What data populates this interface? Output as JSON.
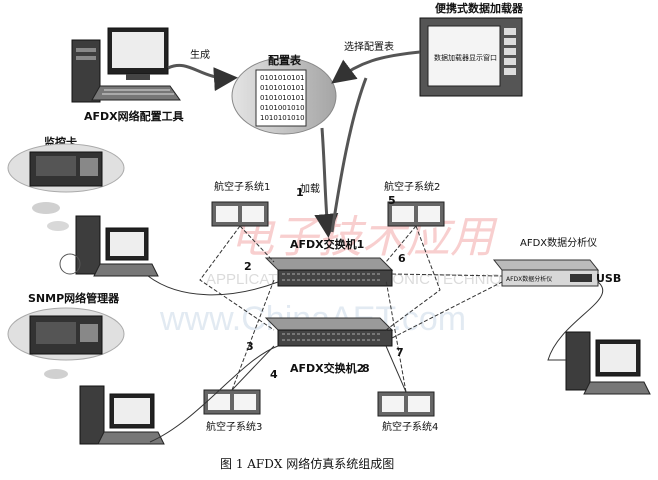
{
  "caption": "图 1   AFDX 网络仿真系统组成图",
  "nodes": {
    "config_tool": "AFDX网络配置工具",
    "portable_loader": "便携式数据加载器",
    "loader_screen": "数据加载器显示窗口",
    "config_table": "配置表",
    "monitor_card": "监控卡",
    "snmp_manager": "SNMP网络管理器",
    "switch1": "AFDX交换机1",
    "switch2": "AFDX交换机2",
    "subsystem1": "航空子系统1",
    "subsystem2": "航空子系统2",
    "subsystem3": "航空子系统3",
    "subsystem4": "航空子系统4",
    "analyzer": "AFDX数据分析仪",
    "analyzer_panel": "AFDX数据分析仪",
    "usb": "USB"
  },
  "edges": {
    "generate": "生成",
    "select_config": "选择配置表",
    "load": "加载"
  },
  "config_bits": [
    "0101010101",
    "0101010101",
    "0101010101",
    "0101001010",
    "1010101010"
  ],
  "ports": [
    "1",
    "2",
    "3",
    "4",
    "5",
    "6",
    "7",
    "8"
  ],
  "watermark": {
    "chinese": "电子技术应用",
    "english": "APPLICATION OF ELECTRONIC TECHNIQUE",
    "site": "www.ChinaAET.com"
  }
}
